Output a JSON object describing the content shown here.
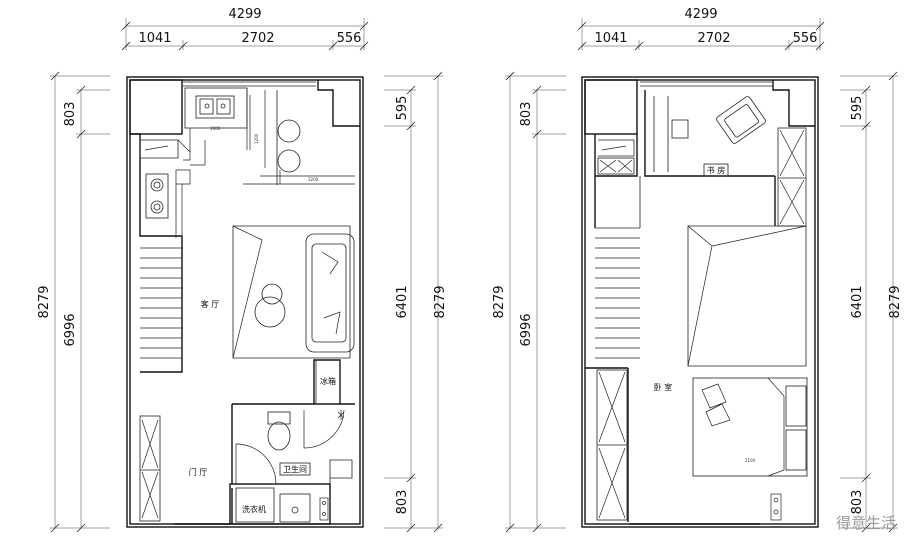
{
  "plans": [
    {
      "dims": {
        "top_total": "4299",
        "top_segments": [
          "1041",
          "2702",
          "556"
        ],
        "left_outer": "8279",
        "left_upper": "803",
        "left_lower": "6996",
        "right_upper": "595",
        "right_middle": "6401",
        "right_lower": "803",
        "right_outer": "8279"
      },
      "rooms": {
        "living": "客 厅",
        "fridge": "冰箱",
        "entry": "门 厅",
        "bath": "卫生间",
        "washer": "洗衣机"
      }
    },
    {
      "dims": {
        "top_total": "4299",
        "top_segments": [
          "1041",
          "2702",
          "556"
        ],
        "left_outer": "8279",
        "left_upper": "803",
        "left_lower": "6996",
        "right_upper": "595",
        "right_middle": "6401",
        "right_lower": "803",
        "right_outer": "8279"
      },
      "rooms": {
        "study": "书 房",
        "bedroom": "卧 室",
        "bed_size": "2100"
      }
    }
  ],
  "watermark": "得意生活"
}
